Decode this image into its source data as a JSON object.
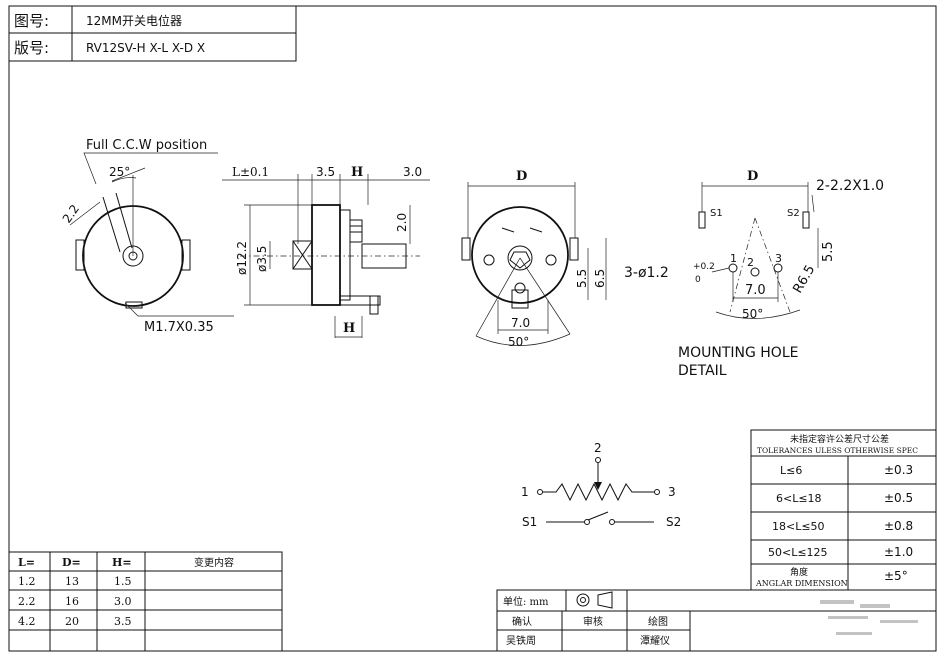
{
  "title_block": {
    "drawing_no_label": "图号:",
    "drawing_no_value": "12MM开关电位器",
    "version_label": "版号:",
    "version_value": "RV12SV-H X-L X-D X"
  },
  "front_view": {
    "position_note": "Full C.C.W position",
    "angle": "25°",
    "width_dim": "2.2",
    "hole_dim": "M1.7X0.35"
  },
  "side_view": {
    "l_dim": "L±0.1",
    "dim_35": "3.5",
    "h_top": "H",
    "dim_30": "3.0",
    "dim_20": "2.0",
    "dia_122": "ø12.2",
    "dia_35": "ø3.5",
    "h_bottom": "H"
  },
  "back_view": {
    "d_dim": "D",
    "dim_55": "5.5",
    "dim_65": "6.5",
    "dim_70": "7.0",
    "angle_50": "50°"
  },
  "mounting_detail": {
    "d_dim": "D",
    "slot_dim": "2-2.2X1.0",
    "s1": "S1",
    "s2": "S2",
    "hole_spec": "3-ø1.2",
    "tol_plus": "+0.2",
    "tol_zero": "0",
    "dim_55": "5.5",
    "dim_70": "7.0",
    "radius": "R6.5",
    "angle_50": "50°",
    "pin1": "1",
    "pin2": "2",
    "pin3": "3",
    "caption_line1": "MOUNTING HOLE",
    "caption_line2": "DETAIL"
  },
  "schematic": {
    "wiper": "2",
    "end1": "1",
    "end3": "3",
    "switch_left": "S1",
    "switch_right": "S2"
  },
  "tolerance_table": {
    "header_cn": "未指定容许公差尺寸公差",
    "header_en": "TOLERANCES ULESS OTHERWISE SPEC",
    "rows": [
      {
        "range": "L≤6",
        "tol": "±0.3"
      },
      {
        "range": "6<L≤18",
        "tol": "±0.5"
      },
      {
        "range": "18<L≤50",
        "tol": "±0.8"
      },
      {
        "range": "50<L≤125",
        "tol": "±1.0"
      }
    ],
    "angle_label_cn": "角度",
    "angle_label_en": "ANGLAR DIMENSION",
    "angle_tol": "±5°"
  },
  "dimension_table": {
    "headers": [
      "L=",
      "D=",
      "H=",
      "变更内容"
    ],
    "rows": [
      [
        "1.2",
        "13",
        "1.5",
        ""
      ],
      [
        "2.2",
        "16",
        "3.0",
        ""
      ],
      [
        "4.2",
        "20",
        "3.5",
        ""
      ]
    ]
  },
  "signoff": {
    "unit_label": "单位: mm",
    "confirm": "确认",
    "review": "审核",
    "draw": "绘图",
    "name_1": "吴铁周",
    "name_2": "潭耀仪"
  }
}
